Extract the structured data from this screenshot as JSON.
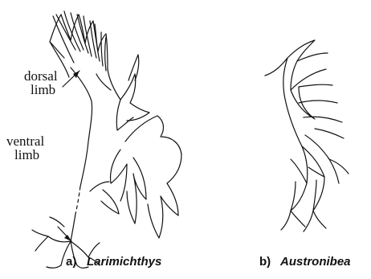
{
  "panel_a": {
    "label_dorsal_1": "dorsal",
    "label_dorsal_2": "limb",
    "label_ventral_1": "ventral",
    "label_ventral_2": "limb",
    "caption_letter": "a)",
    "caption_genus": "Larimichthys"
  },
  "panel_b": {
    "caption_letter": "b)",
    "caption_genus": "Austronibea"
  }
}
